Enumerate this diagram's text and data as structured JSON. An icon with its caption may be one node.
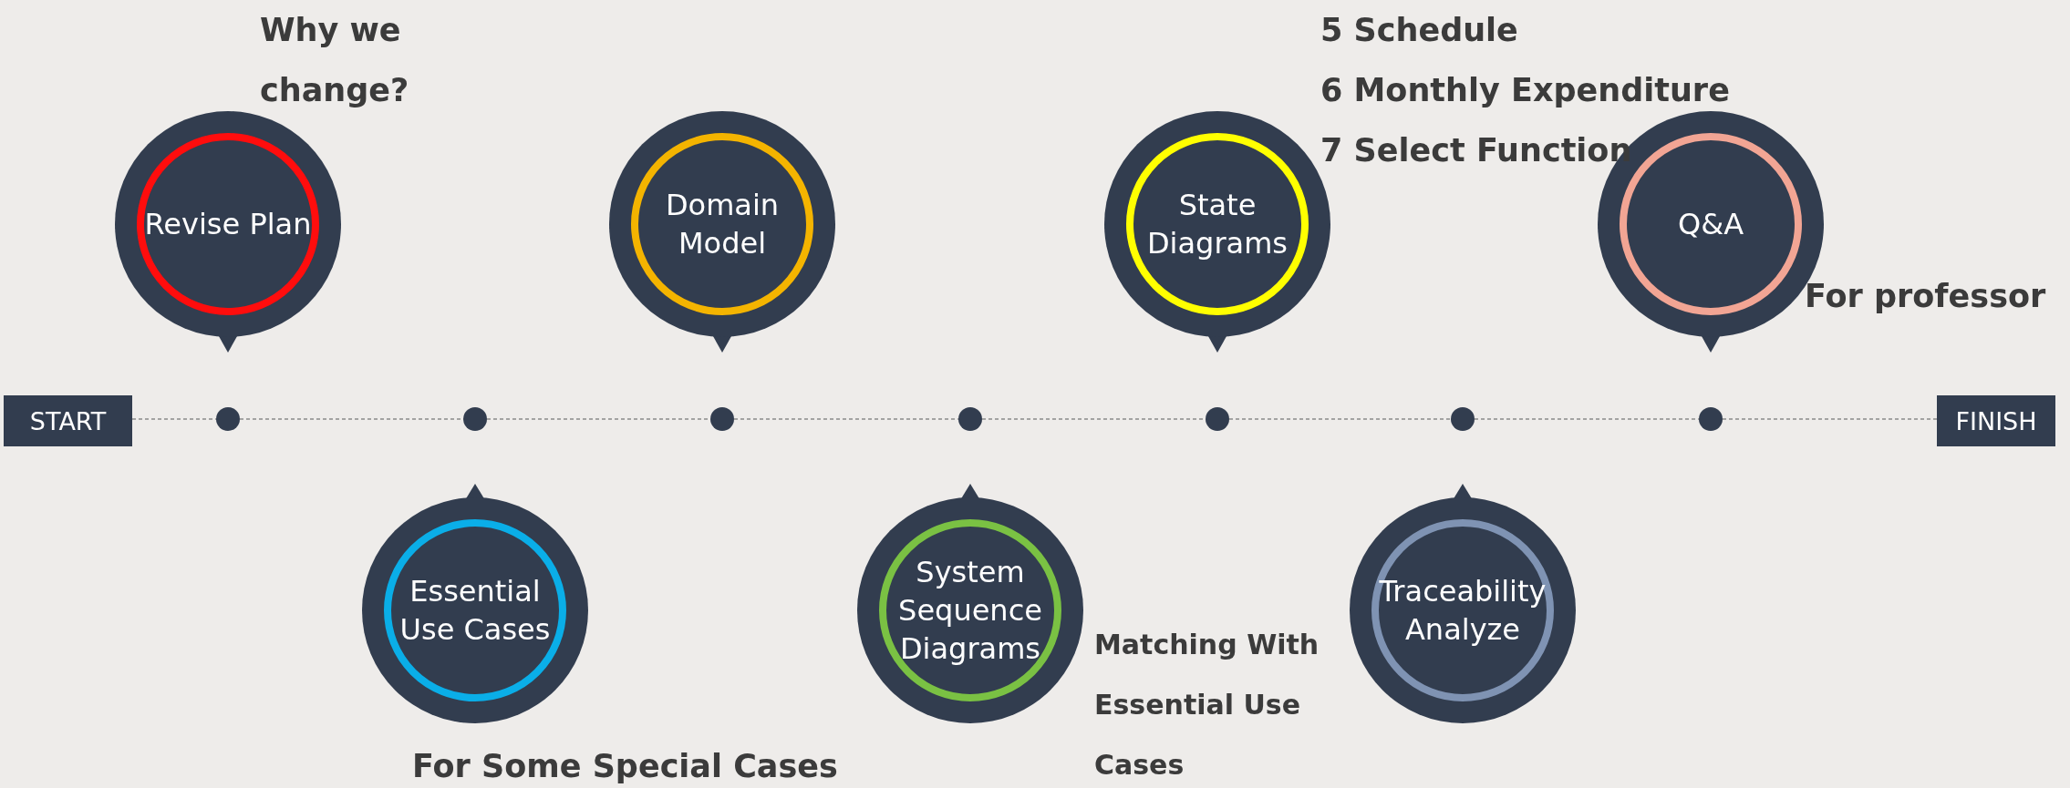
{
  "diagram": {
    "nodes": [
      {
        "text": [
          "START"
        ]
      },
      {
        "text": [],
        "shape": "circle"
      },
      {
        "text": [],
        "shape": "circle"
      },
      {
        "text": [],
        "shape": "circle"
      },
      {
        "text": [],
        "shape": "circle"
      },
      {
        "text": [],
        "shape": "circle"
      },
      {
        "text": [],
        "shape": "circle"
      },
      {
        "text": [],
        "shape": "circle"
      },
      {
        "text": [
          "FINISH"
        ]
      },
      {
        "text": [
          "Revise Plan"
        ],
        "beside": [
          "Why we change?"
        ]
      },
      {
        "text": [
          "Essential Use Cases"
        ],
        "beside": [
          "For Some Special Cases"
        ]
      },
      {
        "text": [
          "Domain Model"
        ]
      },
      {
        "text": [
          "System Sequence Diagrams"
        ]
      },
      {
        "text": [
          "State Diagrams"
        ]
      },
      {
        "text": [
          "Traceability Analyze"
        ]
      },
      {
        "text": [
          "Q&A"
        ],
        "beside": [
          "For professor"
        ]
      }
    ],
    "edges": [
      {
        "from": 0,
        "to": 1,
        "arrow": "none",
        "style": "dashed"
      },
      {
        "from": 1,
        "to": 2,
        "arrow": "none",
        "style": "dashed"
      },
      {
        "from": 2,
        "to": 3,
        "arrow": "none",
        "style": "dashed"
      },
      {
        "from": 3,
        "to": 4,
        "arrow": "none",
        "style": "dashed"
      },
      {
        "from": 4,
        "to": 5,
        "arrow": "none",
        "style": "dashed"
      },
      {
        "from": 5,
        "to": 6,
        "arrow": "none",
        "style": "dashed"
      },
      {
        "from": 6,
        "to": 7,
        "arrow": "none",
        "style": "dashed"
      },
      {
        "from": 7,
        "to": 8,
        "arrow": "none",
        "style": "dashed"
      }
    ],
    "labels": [
      "5 Schedule",
      "6 Monthly Expenditure",
      "7 Select Function",
      "Matching With Essential Use Cases"
    ]
  }
}
